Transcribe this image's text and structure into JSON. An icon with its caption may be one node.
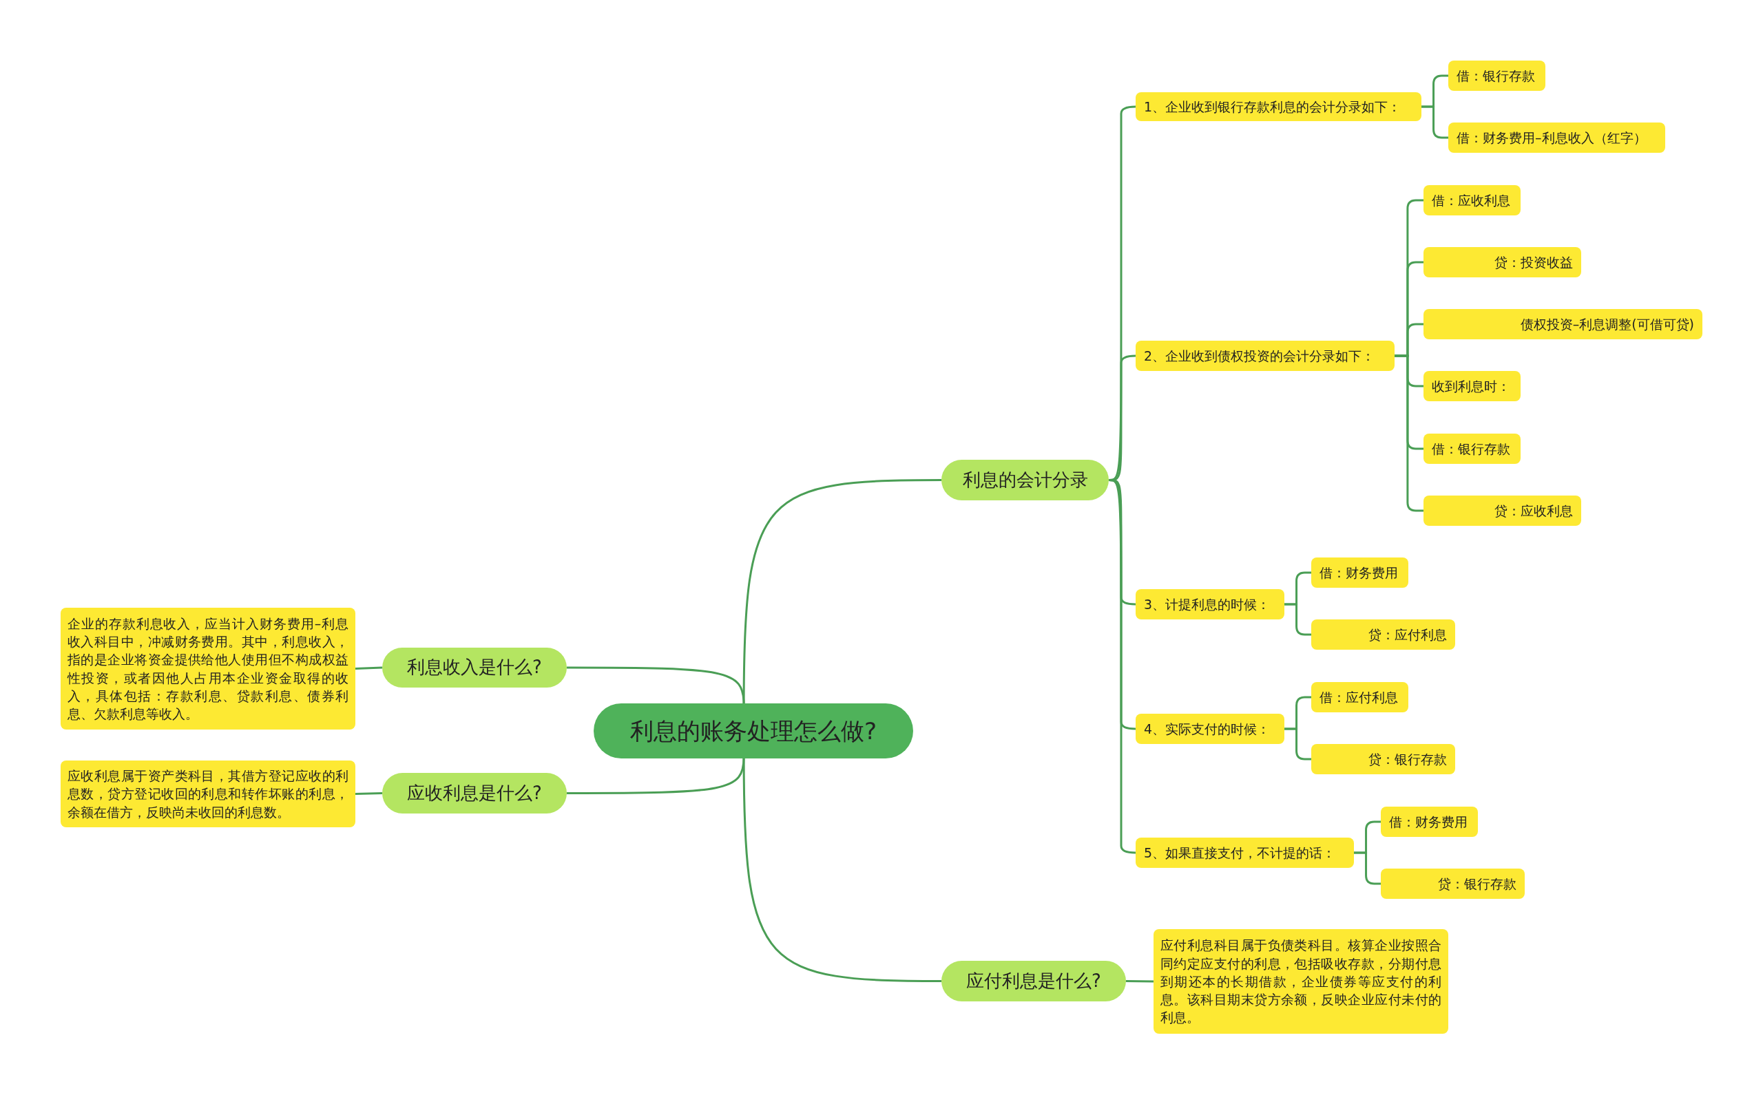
{
  "diagram": {
    "nodes": [
      {
        "text": [
          "利息的账务处理怎么做?"
        ]
      },
      {
        "text": [
          "利息的会计分录"
        ]
      },
      {
        "text": [
          "1、企业收到银行存款利息的会计分录如下："
        ]
      },
      {
        "text": [
          "借：银行存款"
        ]
      },
      {
        "text": [
          "借：财务费用–利息收入（红字）"
        ]
      },
      {
        "text": [
          "2、企业收到债权投资的会计分录如下："
        ]
      },
      {
        "text": [
          "借：应收利息"
        ]
      },
      {
        "text": [
          "贷：投资收益"
        ]
      },
      {
        "text": [
          "债权投资–利息调整(可借可贷)"
        ]
      },
      {
        "text": [
          "收到利息时："
        ]
      },
      {
        "text": [
          "借：银行存款"
        ]
      },
      {
        "text": [
          "贷：应收利息"
        ]
      },
      {
        "text": [
          "3、计提利息的时候："
        ]
      },
      {
        "text": [
          "借：财务费用"
        ]
      },
      {
        "text": [
          "贷：应付利息"
        ]
      },
      {
        "text": [
          "4、实际支付的时候："
        ]
      },
      {
        "text": [
          "借：应付利息"
        ]
      },
      {
        "text": [
          "贷：银行存款"
        ]
      },
      {
        "text": [
          "5、如果直接支付，不计提的话："
        ]
      },
      {
        "text": [
          "借：财务费用"
        ]
      },
      {
        "text": [
          "贷：银行存款"
        ]
      },
      {
        "text": [
          "应付利息是什么?"
        ]
      },
      {
        "text": [
          "应付利息科目属于负债类科目。核算企业按照合同约定应支付的利息，包括吸收存款，分期付息到期还本的长期借款，企业债券等应支付的利息。该科目期末贷方余额，反映企业应付未付的利息。"
        ]
      },
      {
        "text": [
          "利息收入是什么?"
        ]
      },
      {
        "text": [
          "企业的存款利息收入，应当计入财务费用–利息收入科目中，冲减财务费用。其中，利息收入，指的是企业将资金提供给他人使用但不构成权益性投资，或者因他人占用本企业资金取得的收入，具体包括：存款利息、贷款利息、债券利息、欠款利息等收入。"
        ]
      },
      {
        "text": [
          "应收利息是什么?"
        ]
      },
      {
        "text": [
          "应收利息属于资产类科目，其借方登记应收的利息数，贷方登记收回的利息和转作坏账的利息，余额在借方，反映尚未收回的利息数。"
        ]
      }
    ],
    "edges": [
      {
        "from": 0,
        "to": 1,
        "arrow": "none"
      },
      {
        "from": 1,
        "to": 2,
        "arrow": "none"
      },
      {
        "from": 2,
        "to": 3,
        "arrow": "none"
      },
      {
        "from": 2,
        "to": 4,
        "arrow": "none"
      },
      {
        "from": 1,
        "to": 5,
        "arrow": "none"
      },
      {
        "from": 5,
        "to": 6,
        "arrow": "none"
      },
      {
        "from": 5,
        "to": 7,
        "arrow": "none"
      },
      {
        "from": 5,
        "to": 8,
        "arrow": "none"
      },
      {
        "from": 5,
        "to": 9,
        "arrow": "none"
      },
      {
        "from": 5,
        "to": 10,
        "arrow": "none"
      },
      {
        "from": 5,
        "to": 11,
        "arrow": "none"
      },
      {
        "from": 1,
        "to": 12,
        "arrow": "none"
      },
      {
        "from": 12,
        "to": 13,
        "arrow": "none"
      },
      {
        "from": 12,
        "to": 14,
        "arrow": "none"
      },
      {
        "from": 1,
        "to": 15,
        "arrow": "none"
      },
      {
        "from": 15,
        "to": 16,
        "arrow": "none"
      },
      {
        "from": 15,
        "to": 17,
        "arrow": "none"
      },
      {
        "from": 1,
        "to": 18,
        "arrow": "none"
      },
      {
        "from": 18,
        "to": 19,
        "arrow": "none"
      },
      {
        "from": 18,
        "to": 20,
        "arrow": "none"
      },
      {
        "from": 0,
        "to": 21,
        "arrow": "none"
      },
      {
        "from": 21,
        "to": 22,
        "arrow": "none"
      },
      {
        "from": 0,
        "to": 23,
        "arrow": "none"
      },
      {
        "from": 23,
        "to": 24,
        "arrow": "none"
      },
      {
        "from": 0,
        "to": 25,
        "arrow": "none"
      },
      {
        "from": 25,
        "to": 26,
        "arrow": "none"
      }
    ]
  }
}
